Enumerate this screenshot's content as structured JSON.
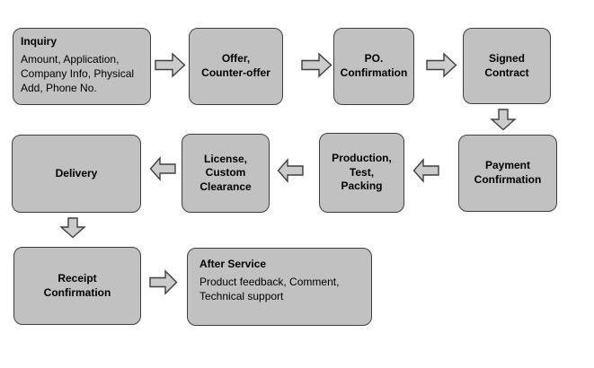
{
  "diagram": {
    "colors": {
      "background": "#ffffff",
      "node_fill": "#c1c1c1",
      "node_border": "#3f3f3f",
      "arrow_fill": "#cbcbcb",
      "text": "#000000"
    },
    "nodes": [
      {
        "id": "inquiry",
        "title": "Inquiry",
        "body": "Amount, Application,\nCompany Info, Physical\nAdd, Phone No."
      },
      {
        "id": "offer-counter-offer",
        "label": "Offer,\nCounter-offer"
      },
      {
        "id": "po-confirmation",
        "label": "PO.\nConfirmation"
      },
      {
        "id": "signed-contract",
        "label": "Signed\nContract"
      },
      {
        "id": "payment-confirmation",
        "label": "Payment\nConfirmation"
      },
      {
        "id": "production-test-packing",
        "label": "Production,\nTest,\nPacking"
      },
      {
        "id": "license-custom-clearance",
        "label": "License,\nCustom\nClearance"
      },
      {
        "id": "delivery",
        "label": "Delivery"
      },
      {
        "id": "receipt-confirmation",
        "label": "Receipt\nConfirmation"
      },
      {
        "id": "after-service",
        "title": "After Service",
        "body": "Product feedback, Comment,\nTechnical support"
      }
    ],
    "connectors": [
      {
        "from": "inquiry",
        "to": "offer-counter-offer",
        "direction": "right"
      },
      {
        "from": "offer-counter-offer",
        "to": "po-confirmation",
        "direction": "right"
      },
      {
        "from": "po-confirmation",
        "to": "signed-contract",
        "direction": "right"
      },
      {
        "from": "signed-contract",
        "to": "payment-confirmation",
        "direction": "down"
      },
      {
        "from": "payment-confirmation",
        "to": "production-test-packing",
        "direction": "left"
      },
      {
        "from": "production-test-packing",
        "to": "license-custom-clearance",
        "direction": "left"
      },
      {
        "from": "license-custom-clearance",
        "to": "delivery",
        "direction": "left"
      },
      {
        "from": "delivery",
        "to": "receipt-confirmation",
        "direction": "down"
      },
      {
        "from": "receipt-confirmation",
        "to": "after-service",
        "direction": "right"
      }
    ]
  }
}
